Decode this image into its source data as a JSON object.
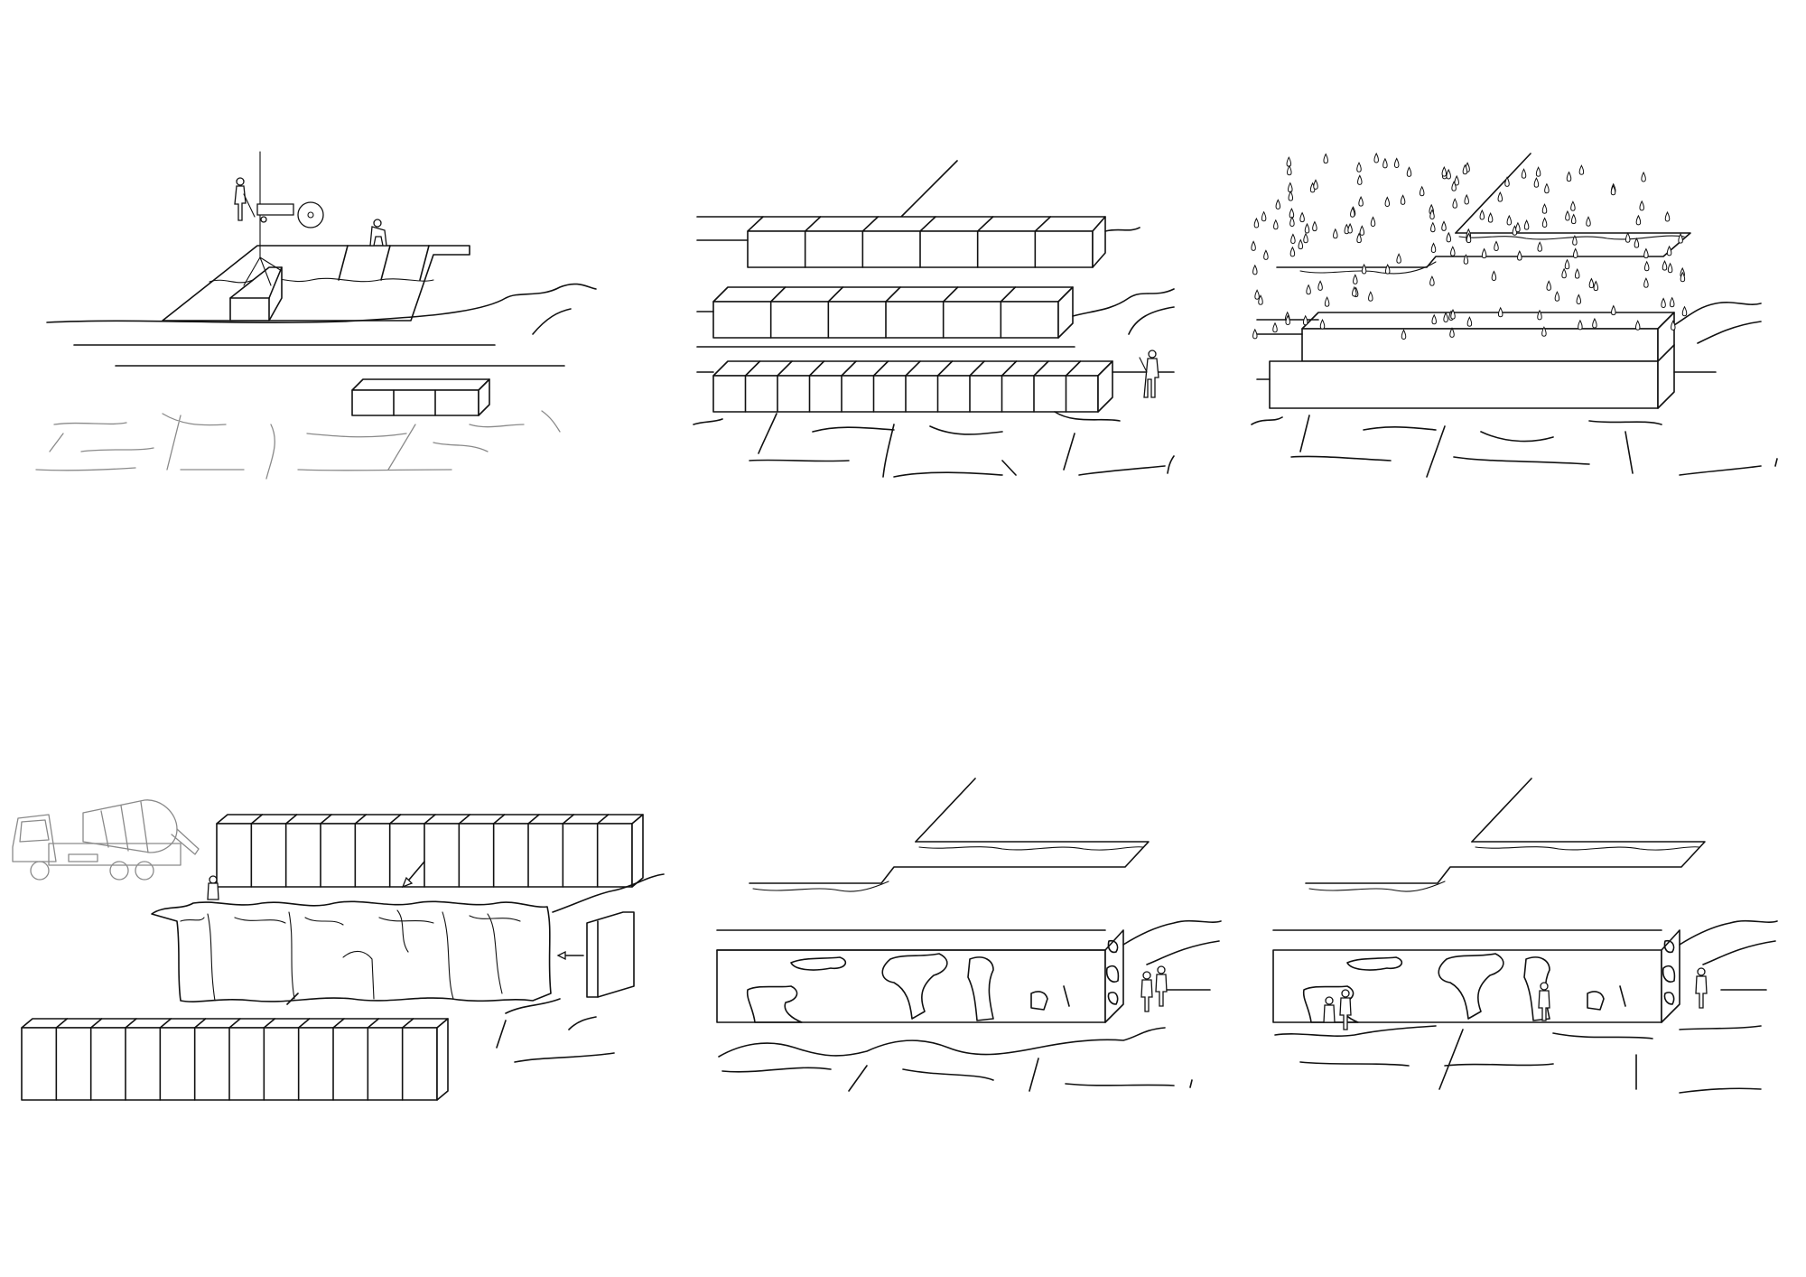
{
  "diagram": {
    "panels": [
      {
        "id": "panel-1",
        "drawing": "quarry-block-cutting"
      },
      {
        "id": "panel-2",
        "drawing": "block-grid-placement"
      },
      {
        "id": "panel-3",
        "drawing": "rain-erosion"
      },
      {
        "id": "panel-4",
        "drawing": "concrete-pour"
      },
      {
        "id": "panel-5",
        "drawing": "eroded-volume"
      },
      {
        "id": "panel-6",
        "drawing": "inhabited-volume"
      }
    ],
    "colors": {
      "line": "#111111",
      "ground": "#8a8a8a",
      "background": "#ffffff"
    },
    "rain_drop_count": 150,
    "row_block_counts": [
      6,
      6,
      12
    ]
  }
}
